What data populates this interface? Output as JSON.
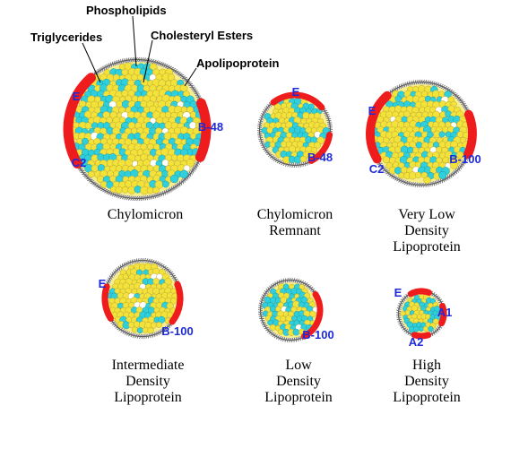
{
  "annotations": {
    "phospholipids": "Phospholipids",
    "triglycerides": "Triglycerides",
    "cholesteryl_esters": "Cholesteryl Esters",
    "apolipoprotein": "Apolipoprotein"
  },
  "colors": {
    "triglyceride": "#f2e23a",
    "triglyceride_edge": "#b9a437",
    "cholesteryl_ester": "#2fd0dc",
    "cholesteryl_ester_edge": "#199aa4",
    "apolipoprotein": "#ee1c1c",
    "phospholipid_shell": "#555555",
    "label_blue": "#1f2bd8"
  },
  "particles": [
    {
      "id": "chylomicron",
      "caption": [
        "Chylomicron"
      ],
      "labels": [
        {
          "text": "E"
        },
        {
          "text": "C2"
        },
        {
          "text": "B-48"
        }
      ]
    },
    {
      "id": "chylomicron-remnant",
      "caption": [
        "Chylomicron",
        "Remnant"
      ],
      "labels": [
        {
          "text": "E"
        },
        {
          "text": "B-48"
        }
      ]
    },
    {
      "id": "vldl",
      "caption": [
        "Very Low",
        "Density",
        "Lipoprotein"
      ],
      "labels": [
        {
          "text": "E"
        },
        {
          "text": "C2"
        },
        {
          "text": "B-100"
        }
      ]
    },
    {
      "id": "idl",
      "caption": [
        "Intermediate",
        "Density",
        "Lipoprotein"
      ],
      "labels": [
        {
          "text": "E"
        },
        {
          "text": "B-100"
        }
      ]
    },
    {
      "id": "ldl",
      "caption": [
        "Low",
        "Density",
        "Lipoprotein"
      ],
      "labels": [
        {
          "text": "B-100"
        }
      ]
    },
    {
      "id": "hdl",
      "caption": [
        "High",
        "Density",
        "Lipoprotein"
      ],
      "labels": [
        {
          "text": "E"
        },
        {
          "text": "A1"
        },
        {
          "text": "A2"
        }
      ]
    }
  ]
}
